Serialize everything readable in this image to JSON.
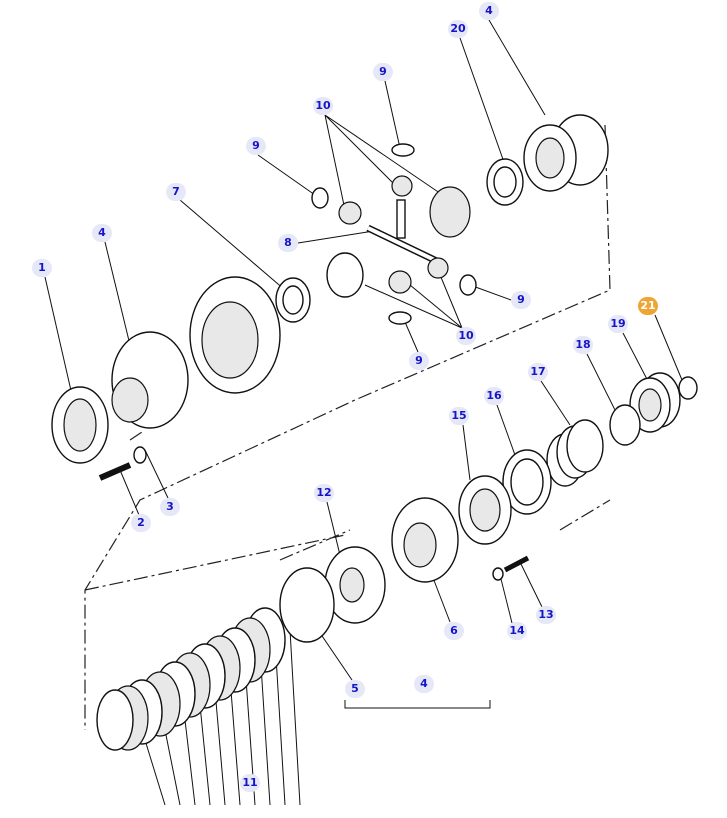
{
  "diagram": {
    "labels": [
      "4",
      "20",
      "9",
      "10",
      "9",
      "7",
      "4",
      "8",
      "1",
      "9",
      "10",
      "9",
      "21",
      "19",
      "18",
      "17",
      "16",
      "15",
      "12",
      "3",
      "2",
      "13",
      "14",
      "6",
      "5",
      "4",
      "11"
    ],
    "highlighted_label": "21",
    "colors": {
      "label_bg": "#e6e8f8",
      "label_text": "#1515c8",
      "highlight_bg": "#efa535"
    }
  }
}
